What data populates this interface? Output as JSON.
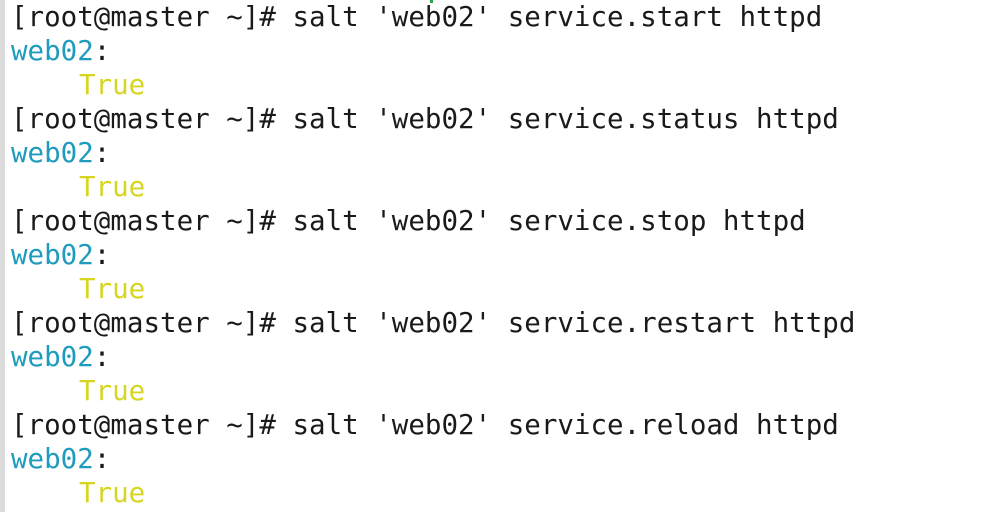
{
  "terminal": {
    "prompt": "[root@master ~]#",
    "blocks": [
      {
        "command": "salt 'web02' service.start httpd",
        "minion": "web02",
        "result": "True"
      },
      {
        "command": "salt 'web02' service.status httpd",
        "minion": "web02",
        "result": "True"
      },
      {
        "command": "salt 'web02' service.stop httpd",
        "minion": "web02",
        "result": "True"
      },
      {
        "command": "salt 'web02' service.restart httpd",
        "minion": "web02",
        "result": "True"
      },
      {
        "command": "salt 'web02' service.reload httpd",
        "minion": "web02",
        "result": "True"
      }
    ]
  },
  "colors": {
    "background": "#ffffff",
    "text": "#1a1a1a",
    "minion": "#1e9bbd",
    "result": "#d6d622"
  }
}
